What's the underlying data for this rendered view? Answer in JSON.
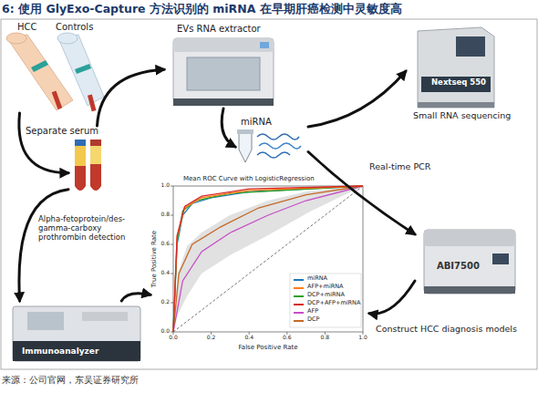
{
  "diagram": {
    "title": "6: 使用 GlyExo-Capture 方法识别的 miRNA 在早期肝癌检测中灵敏度高",
    "caption": "来源：公司官网，东吴证券研究所",
    "nodes": [
      {
        "text": [
          "HCC",
          "Controls"
        ]
      },
      {
        "text": [
          "Separate serum"
        ]
      },
      {
        "text": [
          "EVs RNA extractor"
        ]
      },
      {
        "text": [
          "miRNA"
        ]
      },
      {
        "text": [
          "Nextseq 550",
          "Small RNA sequencing"
        ]
      },
      {
        "text": [
          "ABI7500"
        ]
      },
      {
        "text": [
          "Immunoanalyzer"
        ]
      },
      {
        "text": [
          "Mean ROC Curve with LogisticRegression"
        ]
      }
    ],
    "edges": [
      {
        "from": 0,
        "to": 1,
        "arrow": "to"
      },
      {
        "from": 1,
        "to": 2,
        "arrow": "to"
      },
      {
        "from": 2,
        "to": 3,
        "arrow": "to"
      },
      {
        "from": 3,
        "to": 4,
        "arrow": "to"
      },
      {
        "from": 3,
        "to": 5,
        "label": "Real-time PCR",
        "arrow": "to"
      },
      {
        "from": 1,
        "to": 6,
        "label": "Alpha-fetoprotein/des-gamma-carboxy prothrombin detection",
        "arrow": "to"
      },
      {
        "from": 6,
        "to": 7,
        "arrow": "to"
      },
      {
        "from": 5,
        "to": 7,
        "label": "Construct HCC diagnosis models",
        "arrow": "to"
      }
    ],
    "labels": [
      "1.0",
      "0.8",
      "0.6",
      "0.4",
      "0.2",
      "0.0",
      "0.0",
      "0.2",
      "0.4",
      "0.6",
      "0.8",
      "1.0",
      "True Positive Rate",
      "False Positive Rate"
    ],
    "legend": [
      {
        "text": "miRNA",
        "color": "#1f77b4"
      },
      {
        "text": "AFP+miRNA",
        "color": "#ff7f0e"
      },
      {
        "text": "DCP+miRNA",
        "color": "#2ca02c"
      },
      {
        "text": "DCP+AFP+miRNA",
        "color": "#d62728"
      },
      {
        "text": "AFP",
        "color": "#c74ec7"
      },
      {
        "text": "DCP",
        "color": "#c46a2a"
      }
    ]
  }
}
